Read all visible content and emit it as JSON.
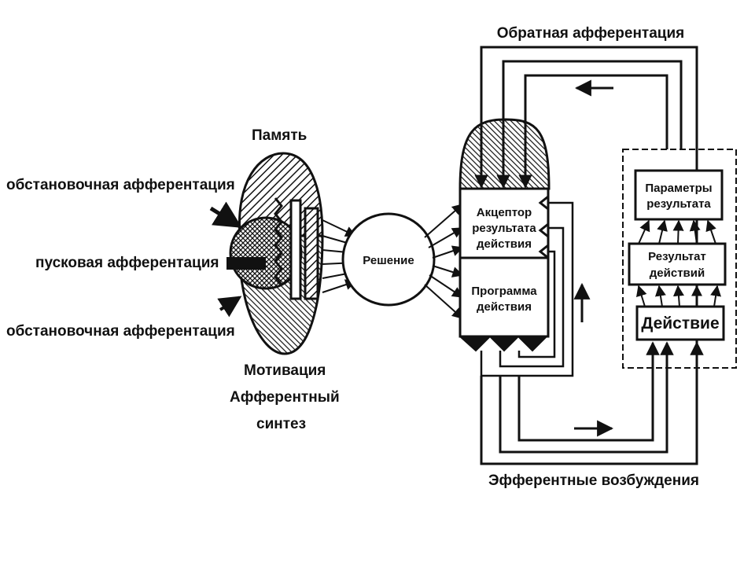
{
  "diagram": {
    "labels": {
      "memory": "Память",
      "situational_afferentation_top": "обстановочная афферентация",
      "trigger_afferentation": "пусковая афферентация",
      "situational_afferentation_bottom": "обстановочная афферентация",
      "motivation": "Мотивация",
      "afferent": "Афферентный",
      "synthesis": "синтез",
      "decision": "Решение",
      "acceptor_line1": "Акцептор",
      "acceptor_line2": "результата",
      "acceptor_line3": "действия",
      "program_line1": "Программа",
      "program_line2": "действия",
      "feedback_afferentation": "Обратная афферентация",
      "efferent_excitations": "Эфферентные возбуждения",
      "result_params_line1": "Параметры",
      "result_params_line2": "результата",
      "action_result_line1": "Результат",
      "action_result_line2": "действий",
      "action": "Действие"
    },
    "colors": {
      "ink": "#111111",
      "background": "#ffffff"
    }
  }
}
